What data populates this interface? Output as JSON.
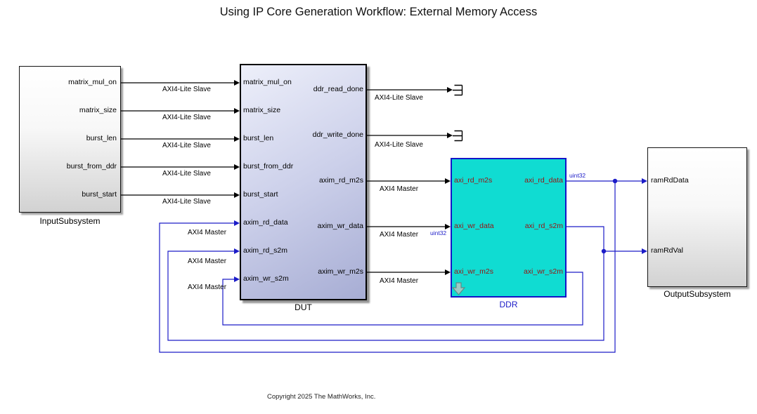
{
  "title": "Using IP Core Generation Workflow: External Memory Access",
  "copyright": "Copyright 2025 The MathWorks, Inc.",
  "blocks": {
    "input": {
      "name": "InputSubsystem",
      "ports_out": [
        "matrix_mul_on",
        "matrix_size",
        "burst_len",
        "burst_from_ddr",
        "burst_start"
      ]
    },
    "dut": {
      "name": "DUT",
      "ports_in": [
        "matrix_mul_on",
        "matrix_size",
        "burst_len",
        "burst_from_ddr",
        "burst_start",
        "axim_rd_data",
        "axim_rd_s2m",
        "axim_wr_s2m"
      ],
      "ports_out": [
        "ddr_read_done",
        "ddr_write_done",
        "axim_rd_m2s",
        "axim_wr_data",
        "axim_wr_m2s"
      ]
    },
    "ddr": {
      "name": "DDR",
      "ports_in": [
        "axi_rd_m2s",
        "axi_wr_data",
        "axi_wr_m2s"
      ],
      "ports_out": [
        "axi_rd_data",
        "axi_rd_s2m",
        "axi_wr_s2m"
      ]
    },
    "output": {
      "name": "OutputSubsystem",
      "ports_in": [
        "ramRdData",
        "ramRdVal"
      ]
    }
  },
  "signals": {
    "axi4_lite_slave": "AXI4-Lite Slave",
    "axi4_master": "AXI4 Master",
    "uint32": "uint32"
  },
  "colors": {
    "wire_black": "#000000",
    "wire_blue": "#1c1cc8",
    "ddr_fill": "#10dcd2",
    "ddr_border": "#1414c8",
    "ddr_port_text": "#991111"
  }
}
